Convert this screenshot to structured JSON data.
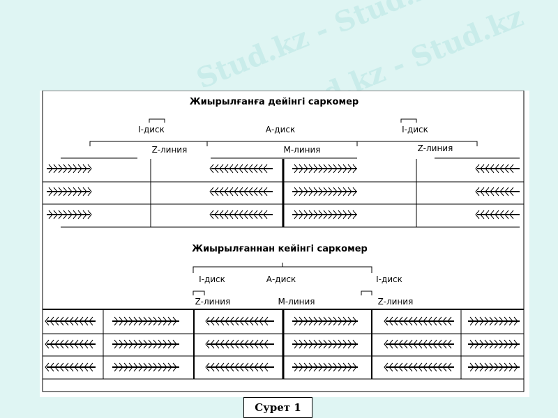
{
  "top": {
    "title": "Жиырылғанға дейінгі саркомер",
    "i_disc_left": "I-диск",
    "a_disc": "А-диск",
    "i_disc_right": "I-диск",
    "z_line_left": "Z-линия",
    "m_line": "М-линия",
    "z_line_right": "Z-линия"
  },
  "bottom": {
    "title": "Жиырылғаннан кейінгі саркомер",
    "i_disc_left": "I-диск",
    "a_disc": "А-диск",
    "i_disc_right": "I-диск",
    "z_line_left": "Z-линия",
    "m_line": "М-линия",
    "z_line_right": "Z-линия"
  },
  "caption": "Сурет 1",
  "watermark": "Stud.kz - Stud.kz"
}
